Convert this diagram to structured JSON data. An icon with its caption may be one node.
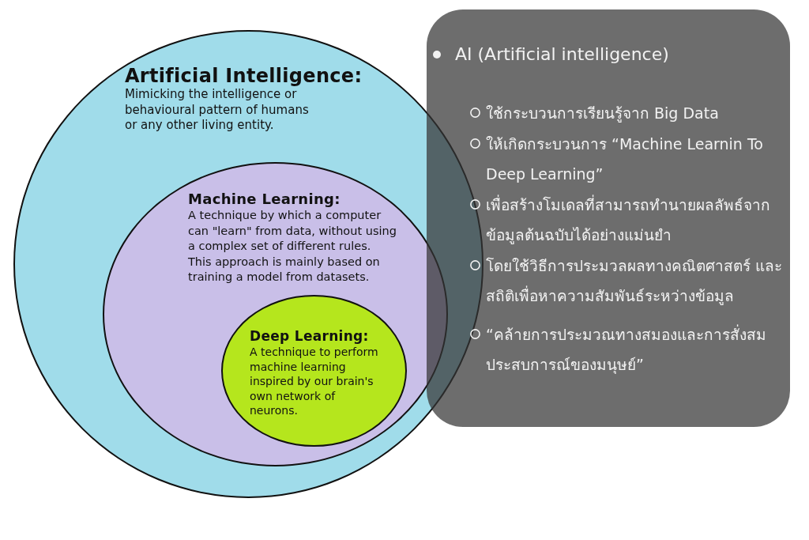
{
  "diagram": {
    "nodes": [
      {
        "text": [
          "Artificial Intelligence:",
          "Mimicking the intelligence or behavioural pattern of humans or any other living entity."
        ]
      },
      {
        "text": [
          "Machine Learning:",
          "A technique by which a computer can \"learn\" from data, without using a complex set of different rules. This approach is mainly based on training a model from datasets."
        ],
        "in": 0
      },
      {
        "text": [
          "Deep Learning:",
          "A technique to perform machine learning inspired by our brain's own network of neurons."
        ],
        "in": 1
      },
      {
        "text": [
          "AI (Artificial intelligence)",
          "ใช้กระบวนการเรียนรู้จาก Big Data",
          "ให้เกิดกระบวนการ “Machine Learnin To Deep Learning”",
          "เพื่อสร้างโมเดลที่สามารถทำนายผลลัพธ์จากข้อมูลต้นฉบับได้อย่างแม่นยำ",
          "โดยใช้วิธีการประมวลผลทางคณิตศาสตร์ และสถิติเพื่อหาความสัมพันธ์ระหว่างข้อมูล",
          "“คล้ายการประมวณทางสมองและการสั่งสมประสบการณ์ของมนุษย์”"
        ]
      }
    ]
  }
}
